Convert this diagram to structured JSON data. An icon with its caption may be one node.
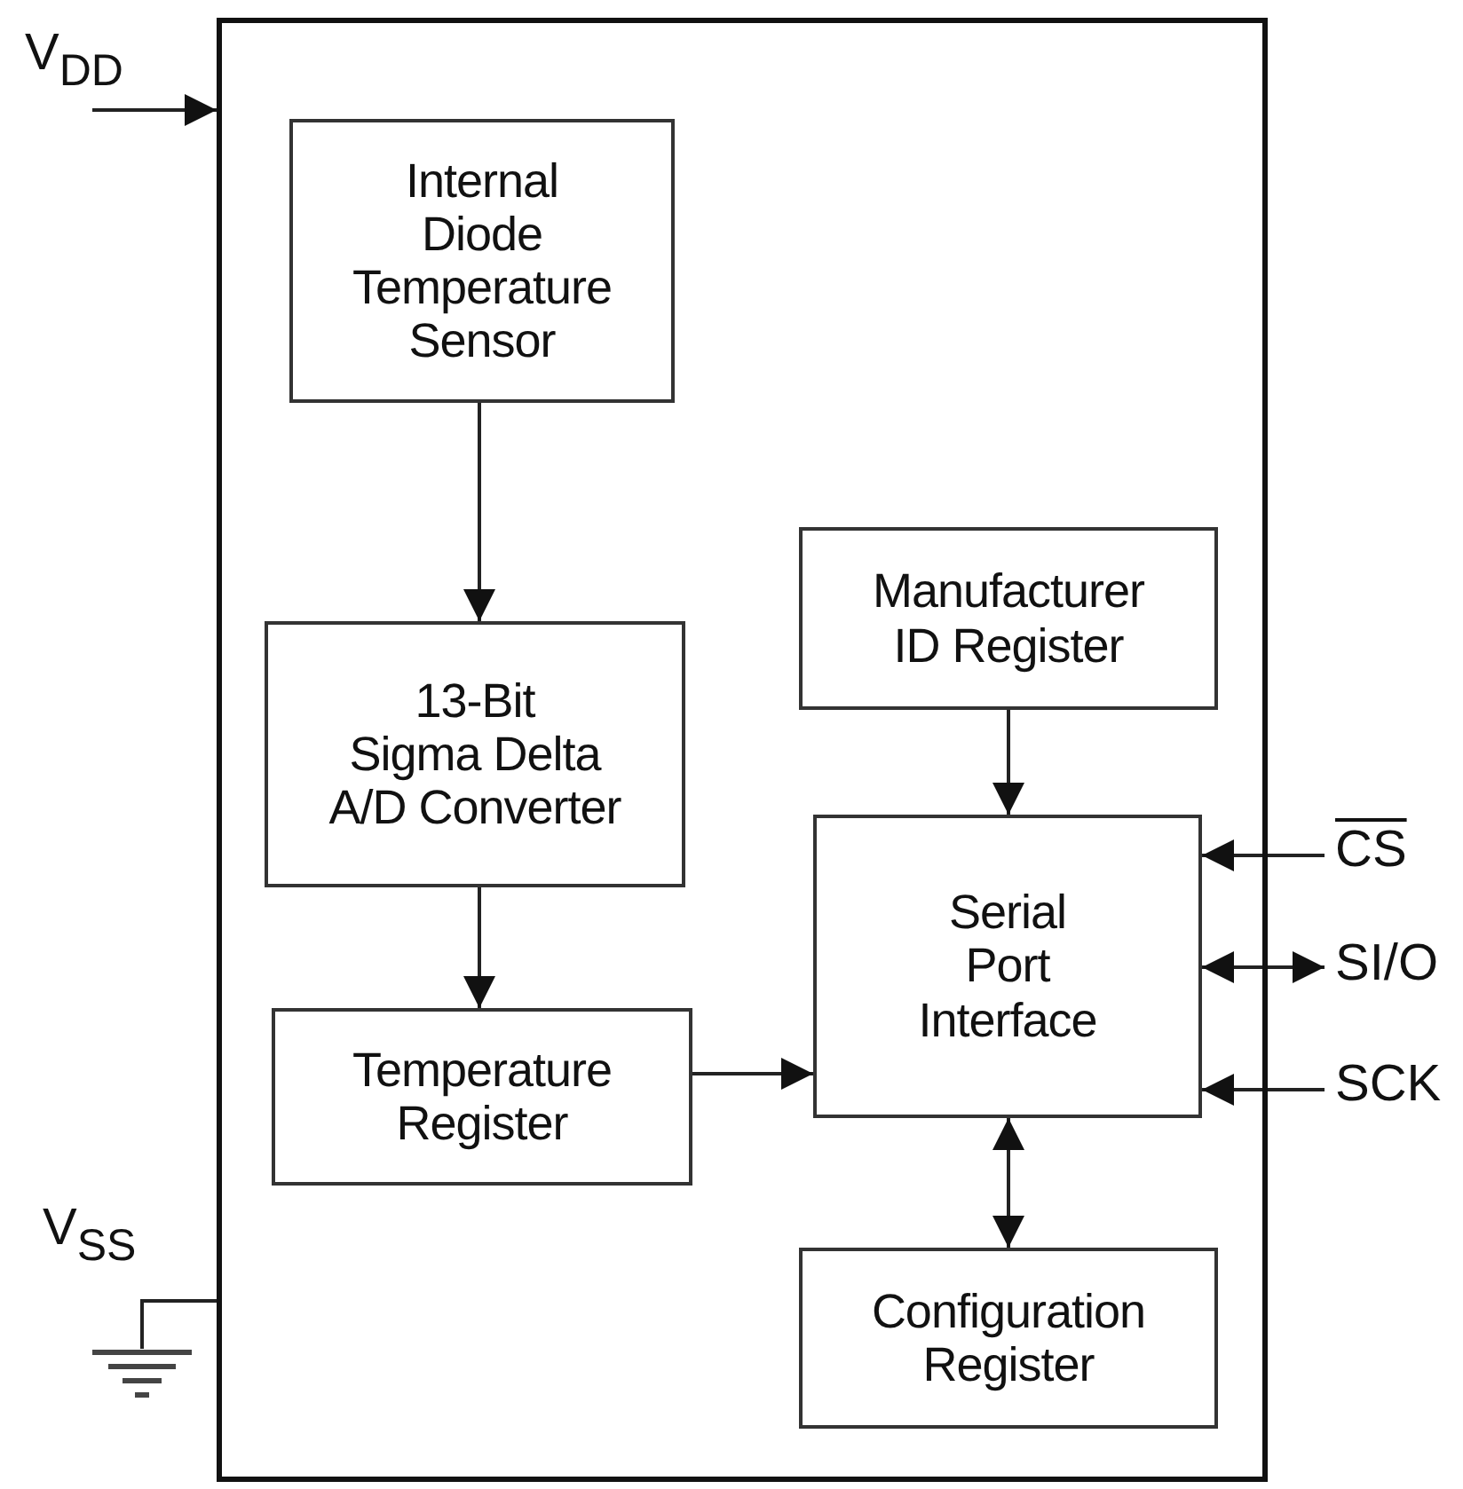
{
  "diagram": {
    "nodes": [
      {
        "text": [],
        "shape": "box"
      },
      {
        "text": [
          "Internal Diode Temperature Sensor"
        ],
        "in": 0
      },
      {
        "text": [
          "13-Bit Sigma Delta A/D Converter"
        ],
        "in": 0
      },
      {
        "text": [
          "Temperature Register"
        ],
        "in": 0
      },
      {
        "text": [
          "Manufacturer ID Register"
        ],
        "in": 0
      },
      {
        "text": [
          "Serial Port Interface"
        ],
        "in": 0
      },
      {
        "text": [
          "Configuration Register"
        ],
        "in": 0
      },
      {
        "text": [
          "V$_{DD}$"
        ]
      },
      {
        "text": [
          "CS"
        ]
      },
      {
        "text": [
          "SI/O"
        ]
      },
      {
        "text": [
          "SCK"
        ]
      },
      {
        "text": [],
        "shape": "ground",
        "beside": [
          "V$_{SS}$"
        ]
      }
    ],
    "edges": [
      {
        "from": 7,
        "to": 0,
        "arrow": "to"
      },
      {
        "from": 1,
        "to": 2,
        "arrow": "to"
      },
      {
        "from": 2,
        "to": 3,
        "arrow": "to"
      },
      {
        "from": 4,
        "to": 5,
        "arrow": "to"
      },
      {
        "from": 3,
        "to": 5,
        "arrow": "to"
      },
      {
        "from": 8,
        "to": 5,
        "arrow": "to"
      },
      {
        "from": 9,
        "to": 5,
        "arrow": "both"
      },
      {
        "from": 10,
        "to": 5,
        "arrow": "to"
      },
      {
        "from": 5,
        "to": 6,
        "arrow": "both"
      },
      {
        "from": 0,
        "to": 11,
        "arrow": "none"
      }
    ]
  }
}
